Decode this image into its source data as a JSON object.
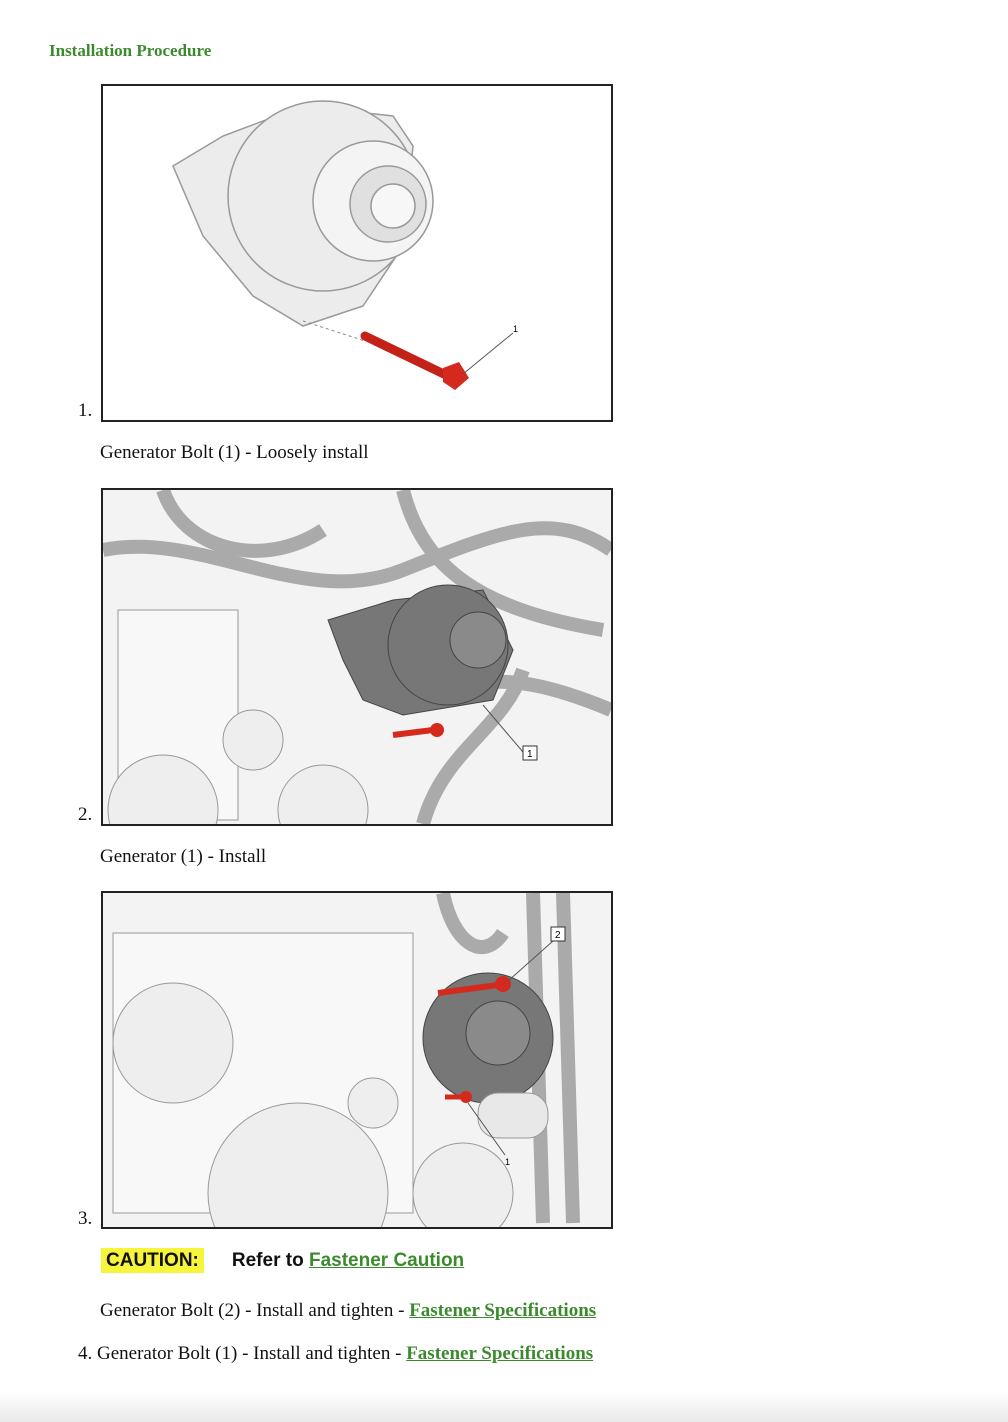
{
  "title": "Installation Procedure",
  "steps": [
    {
      "number": "1.",
      "caption": "Generator Bolt (1) - Loosely install",
      "callouts": [
        "1"
      ]
    },
    {
      "number": "2.",
      "caption": "Generator (1) - Install",
      "callouts": [
        "1"
      ]
    },
    {
      "number": "3.",
      "callouts": [
        "2",
        "1"
      ]
    },
    {
      "number": "4.",
      "text": "Generator Bolt (1) - Install and tighten - ",
      "link": "Fastener Specifications"
    }
  ],
  "caution": {
    "label": "CAUTION:",
    "text": "Refer to ",
    "link": "Fastener Caution"
  },
  "step3_text": {
    "text": "Generator Bolt (2) - Install and tighten - ",
    "link": "Fastener Specifications"
  },
  "colors": {
    "accent": "#3c8a2e",
    "highlight": "#f7f53b",
    "bolt": "#d42a1e"
  }
}
